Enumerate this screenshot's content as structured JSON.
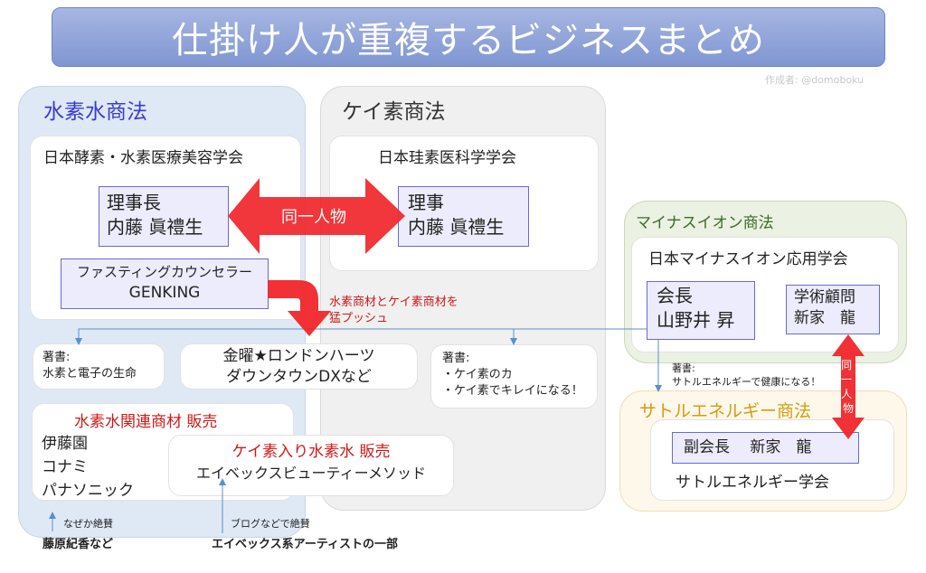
{
  "title": "仕掛け人が重複するビジネスまとめ",
  "credit": "作成者: @domoboku",
  "colors": {
    "title_bg": "#8ea2d8",
    "arrow_red": "#f0262a",
    "connector_blue": "#5b8fc9",
    "role_bg": "#ececfc",
    "role_border": "#6a6ad0"
  },
  "hydrogen": {
    "title": "水素水商法",
    "society": "日本酵素・水素医療美容学会",
    "role_line1": "理事長",
    "role_line2": "内藤 眞禮生",
    "counselor_line1": "ファスティングカウンセラー",
    "counselor_line2": "GENKING",
    "book_label": "著書:",
    "book_title": "水素と電子の生命",
    "tv_line1": "金曜★ロンドンハーツ",
    "tv_line2": "ダウンタウンDXなど",
    "sales_title": "水素水関連商材 販売",
    "sales_companies": [
      "伊藤園",
      "コナミ",
      "パナソニック"
    ]
  },
  "silicon": {
    "title": "ケイ素商法",
    "society": "日本珪素医科学学会",
    "role_line1": "理事",
    "role_line2": "内藤 眞禮生",
    "books_label": "著書:",
    "books": [
      "・ケイ素のカ",
      "・ケイ素でキレイになる！"
    ],
    "sales_title": "ケイ素入り水素水 販売",
    "sales_company": "エイベックスビューティーメソッド"
  },
  "same_person_label": "同一人物",
  "push_note_line1": "水素商材とケイ素商材を",
  "push_note_line2": "猛プッシュ",
  "minus_ion": {
    "title": "マイナスイオン商法",
    "society": "日本マイナスイオン応用学会",
    "chair_line1": "会長",
    "chair_line2": "山野井 昇",
    "advisor_line1": "学術顧問",
    "advisor_line2": "新家　龍",
    "book_label": "著書:",
    "book_title": "サトルエネルギーで健康になる！"
  },
  "subtle": {
    "title": "サトルエネルギー商法",
    "role": "副会長　 新家　龍",
    "society": "サトルエネルギー学会",
    "same_person_vertical": "同一人物"
  },
  "endorsers": {
    "left_note": "なぜか絶賛",
    "left_name": "藤原紀香など",
    "right_note": "ブログなどで絶賛",
    "right_name": "エイベックス系アーティストの一部"
  }
}
